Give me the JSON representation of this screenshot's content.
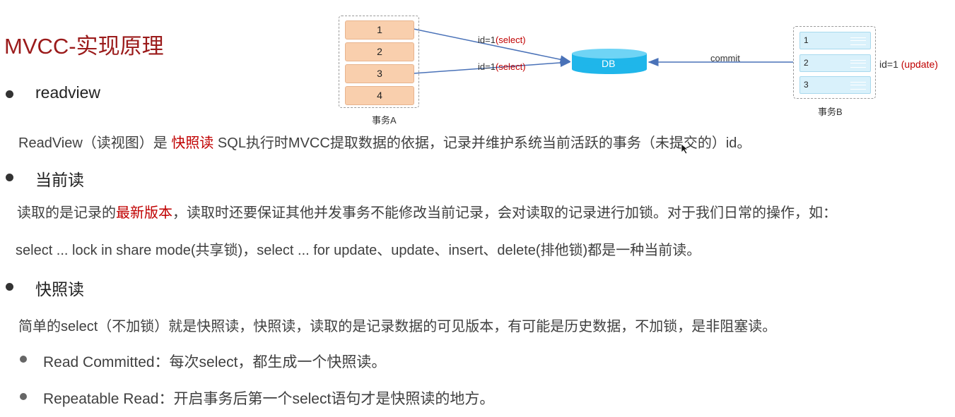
{
  "title": "MVCC-实现原理",
  "diagram": {
    "tx_a": {
      "rows": [
        "1",
        "2",
        "3",
        "4"
      ],
      "label": "事务A"
    },
    "tx_b": {
      "rows": [
        "1",
        "2",
        "3"
      ],
      "label": "事务B"
    },
    "db_label": "DB",
    "edge_top": {
      "prefix": "id=1",
      "op": "(select)"
    },
    "edge_bottom": {
      "prefix": "id=1",
      "op": "(select)"
    },
    "commit_label": "commit",
    "update_label": {
      "prefix": "id=1",
      "op": "(update)"
    },
    "colors": {
      "row_a_fill": "#f9cfad",
      "row_b_fill": "#d9f1fb",
      "db_fill": "#1fb6ea",
      "arrow": "#4a72b8",
      "accent_red": "#c00000"
    }
  },
  "sections": {
    "readview": {
      "heading": "readview",
      "text_pre": "ReadView（读视图）是 ",
      "text_highlight": "快照读",
      "text_post": " SQL执行时MVCC提取数据的依据，记录并维护系统当前活跃的事务（未提交的）id。"
    },
    "current_read": {
      "heading": "当前读",
      "line1_pre": "读取的是记录的",
      "line1_highlight": "最新版本",
      "line1_post": "，读取时还要保证其他并发事务不能修改当前记录，会对读取的记录进行加锁。对于我们日常的操作，如：",
      "line2": "select ... lock in share mode(共享锁)，select ... for update、update、insert、delete(排他锁)都是一种当前读。"
    },
    "snapshot_read": {
      "heading": "快照读",
      "text": "简单的select（不加锁）就是快照读，快照读，读取的是记录数据的可见版本，有可能是历史数据，不加锁，是非阻塞读。",
      "items": [
        "Read Committed：每次select，都生成一个快照读。",
        "Repeatable Read：开启事务后第一个select语句才是快照读的地方。"
      ]
    }
  }
}
